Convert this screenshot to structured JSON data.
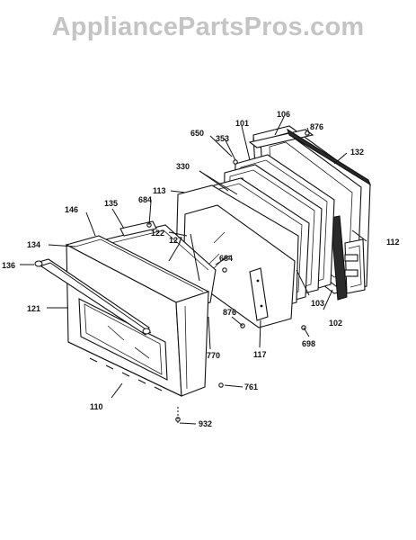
{
  "watermark": "AppliancePartsPros.com",
  "corner_mark": "",
  "callouts": [
    {
      "id": "106",
      "text": "106"
    },
    {
      "id": "876_top",
      "text": "876"
    },
    {
      "id": "101",
      "text": "101"
    },
    {
      "id": "650",
      "text": "650"
    },
    {
      "id": "353",
      "text": "353"
    },
    {
      "id": "132",
      "text": "132"
    },
    {
      "id": "330",
      "text": "330"
    },
    {
      "id": "113",
      "text": "113"
    },
    {
      "id": "684_top",
      "text": "684"
    },
    {
      "id": "135",
      "text": "135"
    },
    {
      "id": "146",
      "text": "146"
    },
    {
      "id": "122",
      "text": "122"
    },
    {
      "id": "127",
      "text": "127"
    },
    {
      "id": "134",
      "text": "134"
    },
    {
      "id": "112",
      "text": "112"
    },
    {
      "id": "684_mid",
      "text": "684"
    },
    {
      "id": "136",
      "text": "136"
    },
    {
      "id": "121",
      "text": "121"
    },
    {
      "id": "103",
      "text": "103"
    },
    {
      "id": "876_mid",
      "text": "876"
    },
    {
      "id": "102",
      "text": "102"
    },
    {
      "id": "770",
      "text": "770"
    },
    {
      "id": "698",
      "text": "698"
    },
    {
      "id": "117",
      "text": "117"
    },
    {
      "id": "761",
      "text": "761"
    },
    {
      "id": "110",
      "text": "110"
    },
    {
      "id": "932",
      "text": "932"
    }
  ]
}
